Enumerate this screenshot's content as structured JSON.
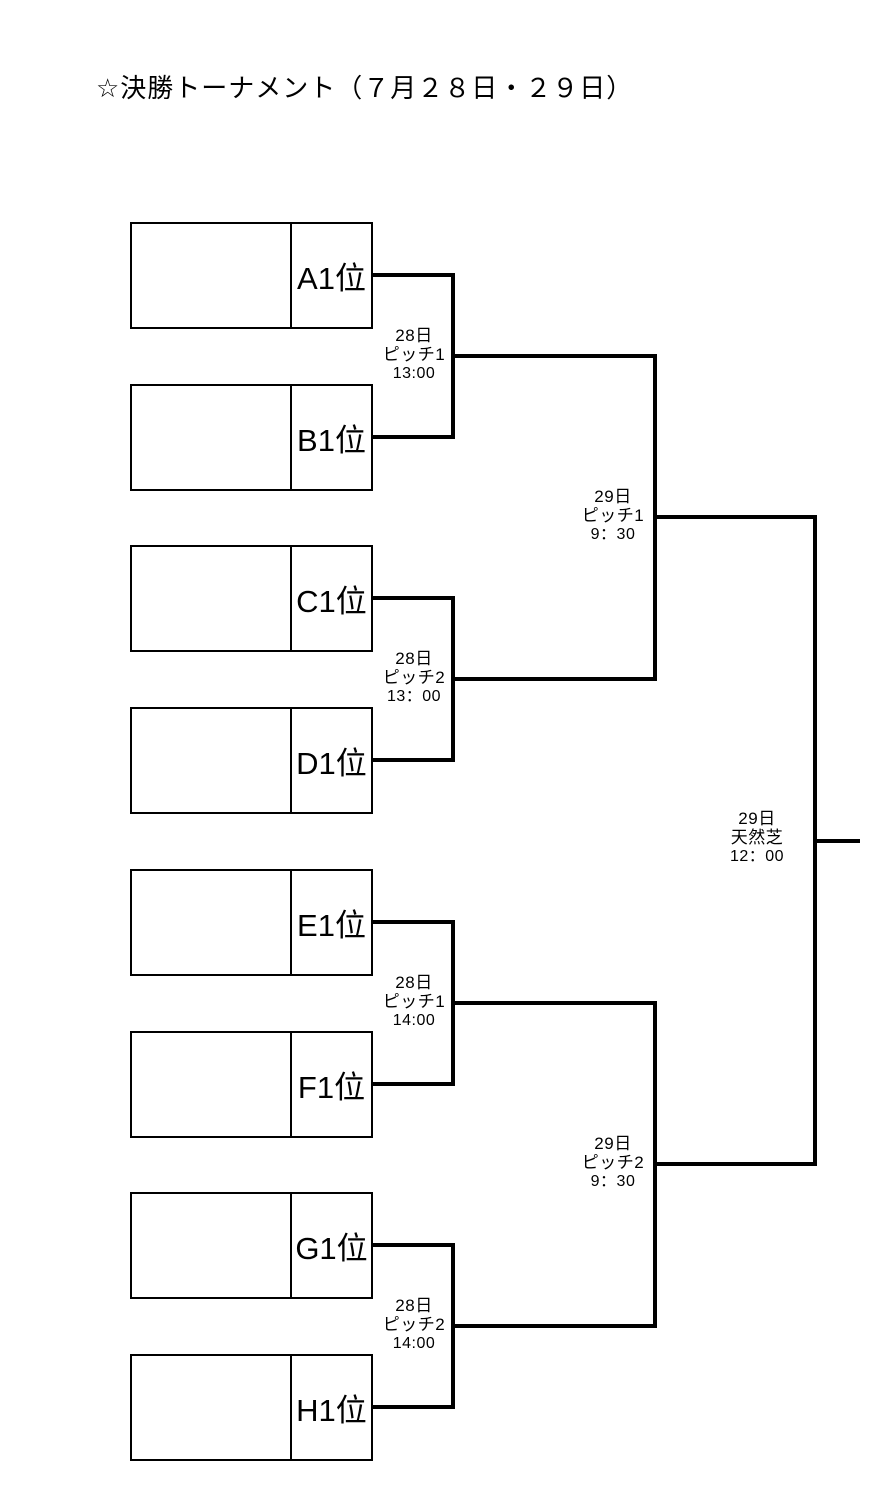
{
  "title": "☆決勝トーナメント（７月２８日・２９日）",
  "teams": [
    {
      "seed": "A1位"
    },
    {
      "seed": "B1位"
    },
    {
      "seed": "C1位"
    },
    {
      "seed": "D1位"
    },
    {
      "seed": "E1位"
    },
    {
      "seed": "F1位"
    },
    {
      "seed": "G1位"
    },
    {
      "seed": "H1位"
    }
  ],
  "round1": [
    {
      "date": "28日",
      "venue": "ピッチ1",
      "time": "13:00"
    },
    {
      "date": "28日",
      "venue": "ピッチ2",
      "time": "13：00"
    },
    {
      "date": "28日",
      "venue": "ピッチ1",
      "time": "14:00"
    },
    {
      "date": "28日",
      "venue": "ピッチ2",
      "time": "14:00"
    }
  ],
  "semifinals": [
    {
      "date": "29日",
      "venue": "ピッチ1",
      "time": "9：30"
    },
    {
      "date": "29日",
      "venue": "ピッチ2",
      "time": "9：30"
    }
  ],
  "final": {
    "date": "29日",
    "venue": "天然芝",
    "time": "12：00"
  },
  "colors": {
    "background": "#ffffff",
    "line": "#000000",
    "text": "#000000"
  }
}
